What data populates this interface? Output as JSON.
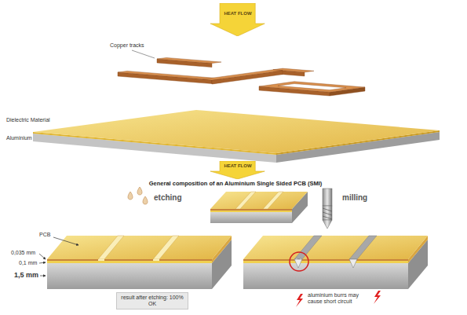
{
  "diagram": {
    "caption": "General composition of an Aluminium Single Sided PCB (SMI)",
    "nodes": [
      {
        "text": [
          "HEAT FLOW"
        ]
      },
      {
        "text": [
          "HEAT FLOW"
        ]
      },
      {
        "text": [
          "result after etching: 100% OK"
        ]
      }
    ],
    "labels": [
      "Copper tracks",
      "Dielectric Material",
      "Aluminium",
      "etching",
      "milling",
      "PCB",
      "0,035 mm",
      "0,1 mm",
      "1,5 mm",
      "aluminium burrs may cause short circuit"
    ]
  }
}
